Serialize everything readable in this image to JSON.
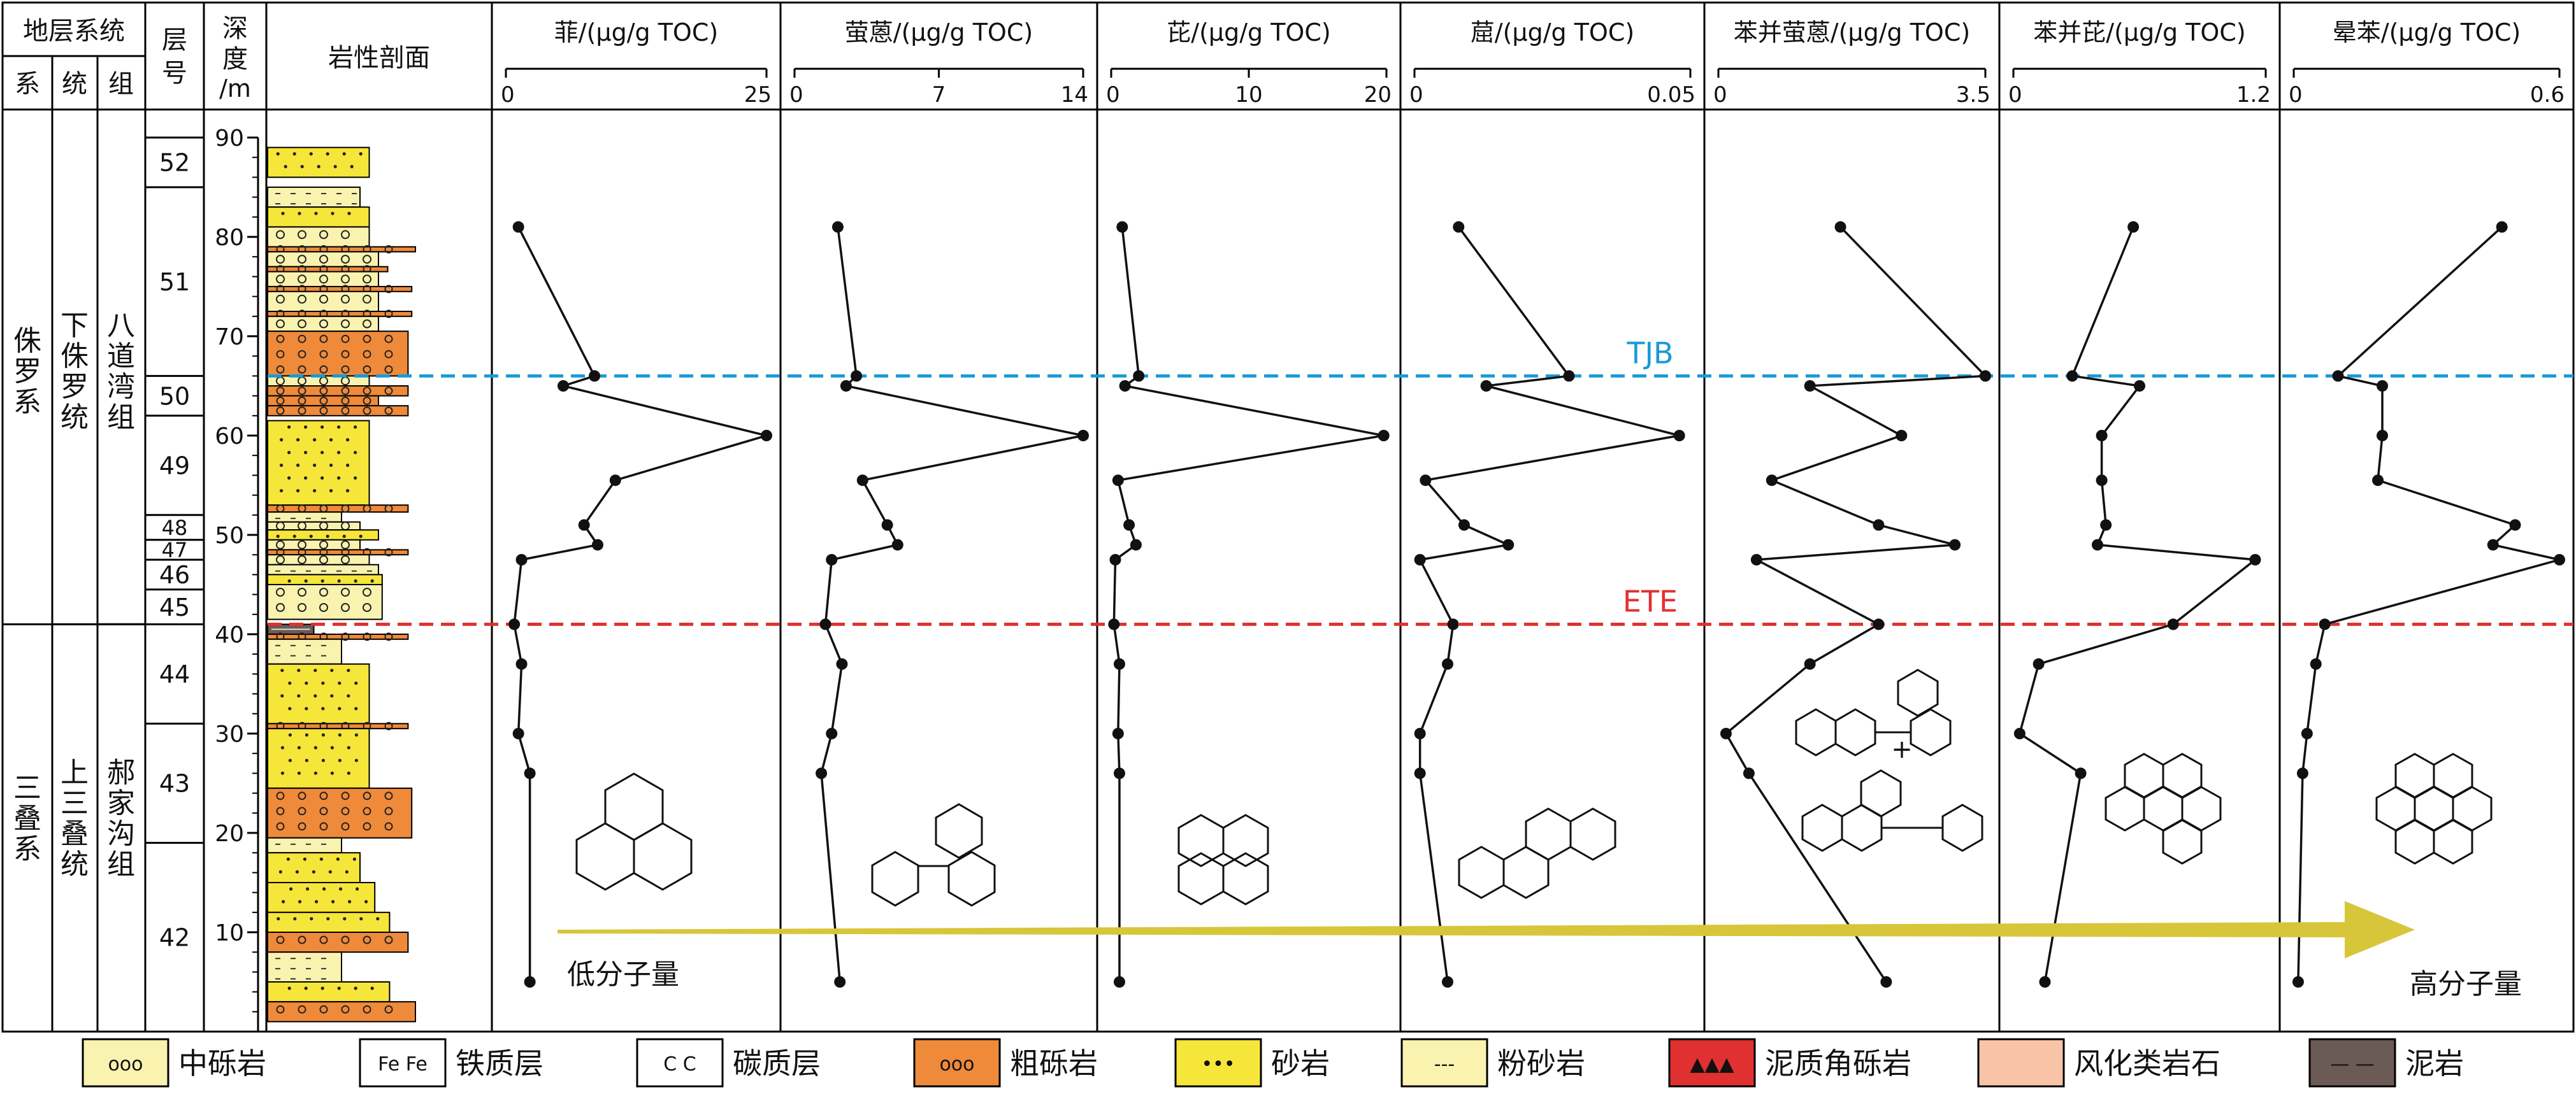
{
  "header": {
    "strat_system": "地层系统",
    "cols": [
      "系",
      "统",
      "组"
    ],
    "layer_no": [
      "层",
      "号"
    ],
    "depth": [
      "深",
      "度",
      "/m"
    ],
    "lithology": "岩性剖面"
  },
  "stratigraphy": {
    "systems": [
      {
        "name": "侏罗系",
        "top": 90,
        "bottom": 41
      },
      {
        "name": "三叠系",
        "top": 41,
        "bottom": 0
      }
    ],
    "series": [
      {
        "name": "下侏罗统",
        "top": 90,
        "bottom": 41
      },
      {
        "name": "上三叠统",
        "top": 41,
        "bottom": 0
      }
    ],
    "formations": [
      {
        "name": "八道湾组",
        "top": 90,
        "bottom": 41
      },
      {
        "name": "郝家沟组",
        "top": 41,
        "bottom": 0
      }
    ],
    "layers": [
      {
        "no": "52",
        "top": 90,
        "bottom": 85
      },
      {
        "no": "51",
        "top": 85,
        "bottom": 66
      },
      {
        "no": "50",
        "top": 66,
        "bottom": 62
      },
      {
        "no": "49",
        "top": 62,
        "bottom": 52
      },
      {
        "no": "48",
        "top": 52,
        "bottom": 49.5
      },
      {
        "no": "47",
        "top": 49.5,
        "bottom": 47.5
      },
      {
        "no": "46",
        "top": 47.5,
        "bottom": 44.5
      },
      {
        "no": "45",
        "top": 44.5,
        "bottom": 41
      },
      {
        "no": "44",
        "top": 41,
        "bottom": 31
      },
      {
        "no": "43",
        "top": 31,
        "bottom": 19
      },
      {
        "no": "42",
        "top": 19,
        "bottom": 0
      }
    ]
  },
  "lith_column": [
    {
      "top": 89,
      "bottom": 86,
      "type": "sandstone",
      "w": 0.55
    },
    {
      "top": 85,
      "bottom": 83,
      "type": "siltstone",
      "w": 0.5
    },
    {
      "top": 83,
      "bottom": 81,
      "type": "sandstone",
      "w": 0.55
    },
    {
      "top": 81,
      "bottom": 79,
      "type": "medium_conglomerate",
      "w": 0.55
    },
    {
      "top": 79,
      "bottom": 78.5,
      "type": "coarse_conglomerate",
      "w": 0.8
    },
    {
      "top": 78.5,
      "bottom": 77,
      "type": "medium_conglomerate",
      "w": 0.6
    },
    {
      "top": 77,
      "bottom": 76.5,
      "type": "coarse_conglomerate",
      "w": 0.65
    },
    {
      "top": 76.5,
      "bottom": 75,
      "type": "medium_conglomerate",
      "w": 0.6
    },
    {
      "top": 75,
      "bottom": 74.5,
      "type": "coarse_conglomerate",
      "w": 0.78
    },
    {
      "top": 74.5,
      "bottom": 72.5,
      "type": "medium_conglomerate",
      "w": 0.6
    },
    {
      "top": 72.5,
      "bottom": 72,
      "type": "coarse_conglomerate",
      "w": 0.78
    },
    {
      "top": 72,
      "bottom": 70.5,
      "type": "medium_conglomerate",
      "w": 0.6
    },
    {
      "top": 70.5,
      "bottom": 66,
      "type": "coarse_conglomerate",
      "w": 0.76
    },
    {
      "top": 66,
      "bottom": 65,
      "type": "medium_conglomerate",
      "w": 0.55
    },
    {
      "top": 65,
      "bottom": 64,
      "type": "coarse_conglomerate",
      "w": 0.76
    },
    {
      "top": 64,
      "bottom": 63,
      "type": "coarse_conglomerate",
      "w": 0.6
    },
    {
      "top": 63,
      "bottom": 62,
      "type": "coarse_conglomerate",
      "w": 0.76
    },
    {
      "top": 61.5,
      "bottom": 53,
      "type": "sandstone",
      "w": 0.55
    },
    {
      "top": 53,
      "bottom": 52.3,
      "type": "coarse_conglomerate",
      "w": 0.76
    },
    {
      "top": 52.3,
      "bottom": 51.3,
      "type": "siltstone",
      "w": 0.4
    },
    {
      "top": 51.3,
      "bottom": 50.5,
      "type": "medium_conglomerate",
      "w": 0.5
    },
    {
      "top": 50.5,
      "bottom": 49.5,
      "type": "sandstone",
      "w": 0.6
    },
    {
      "top": 49.5,
      "bottom": 48.5,
      "type": "medium_conglomerate",
      "w": 0.5
    },
    {
      "top": 48.5,
      "bottom": 48,
      "type": "coarse_conglomerate",
      "w": 0.76
    },
    {
      "top": 48,
      "bottom": 47,
      "type": "medium_conglomerate",
      "w": 0.55
    },
    {
      "top": 47,
      "bottom": 46,
      "type": "siltstone",
      "w": 0.6
    },
    {
      "top": 46,
      "bottom": 45,
      "type": "sandstone",
      "w": 0.62
    },
    {
      "top": 45,
      "bottom": 41.5,
      "type": "medium_conglomerate",
      "w": 0.62
    },
    {
      "top": 41,
      "bottom": 40,
      "type": "mudstone",
      "w": 0.25
    },
    {
      "top": 40,
      "bottom": 39.5,
      "type": "coarse_conglomerate",
      "w": 0.76
    },
    {
      "top": 39.5,
      "bottom": 37,
      "type": "siltstone",
      "w": 0.4
    },
    {
      "top": 37,
      "bottom": 31,
      "type": "sandstone",
      "w": 0.55
    },
    {
      "top": 31,
      "bottom": 30.5,
      "type": "coarse_conglomerate",
      "w": 0.76
    },
    {
      "top": 30.5,
      "bottom": 24.5,
      "type": "sandstone",
      "w": 0.55
    },
    {
      "top": 24.5,
      "bottom": 19.5,
      "type": "coarse_conglomerate",
      "w": 0.78
    },
    {
      "top": 19.5,
      "bottom": 18,
      "type": "siltstone",
      "w": 0.4
    },
    {
      "top": 18,
      "bottom": 15,
      "type": "sandstone",
      "w": 0.5
    },
    {
      "top": 15,
      "bottom": 12,
      "type": "sandstone",
      "w": 0.58
    },
    {
      "top": 12,
      "bottom": 10,
      "type": "sandstone",
      "w": 0.66
    },
    {
      "top": 10,
      "bottom": 8,
      "type": "coarse_conglomerate",
      "w": 0.76
    },
    {
      "top": 8,
      "bottom": 5,
      "type": "siltstone",
      "w": 0.4
    },
    {
      "top": 5,
      "bottom": 3,
      "type": "sandstone",
      "w": 0.66
    },
    {
      "top": 3,
      "bottom": 1,
      "type": "coarse_conglomerate",
      "w": 0.8
    }
  ],
  "boundaries": [
    {
      "label": "TJB",
      "depth": 66,
      "color": "#1a9ad6"
    },
    {
      "label": "ETE",
      "depth": 41,
      "color": "#e03030"
    }
  ],
  "arrow": {
    "left_label": "低分子量",
    "right_label": "高分子量",
    "color": "#d8c63a"
  },
  "colors": {
    "sandstone": "#f7e63a",
    "siltstone": "#faf3b0",
    "medium_conglomerate": "#faf3b0",
    "coarse_conglomerate": "#ef8a3a",
    "mudstone": "#6b5a55",
    "muddy_breccia": "#e03030",
    "weathered": "#f9c3a8",
    "iron_layer": "#ffffff",
    "carbon_layer": "#ffffff"
  },
  "legend": [
    {
      "type": "medium_conglomerate",
      "label": "中砾岩",
      "sym": "ooo"
    },
    {
      "type": "iron_layer",
      "label": "铁质层",
      "sym": "Fe Fe"
    },
    {
      "type": "carbon_layer",
      "label": "碳质层",
      "sym": "C  C"
    },
    {
      "type": "coarse_conglomerate",
      "label": "粗砾岩",
      "sym": "ooo"
    },
    {
      "type": "sandstone",
      "label": "砂岩",
      "sym": "•••"
    },
    {
      "type": "siltstone",
      "label": "粉砂岩",
      "sym": "---"
    },
    {
      "type": "muddy_breccia",
      "label": "泥质角砾岩",
      "sym": "▲▲▲"
    },
    {
      "type": "weathered",
      "label": "风化类岩石",
      "sym": ""
    },
    {
      "type": "mudstone",
      "label": "泥岩",
      "sym": "— —"
    }
  ],
  "chart_data": {
    "type": "line",
    "y_axis": {
      "label": "深度/m",
      "ylim": [
        0,
        90
      ],
      "ticks": [
        10,
        20,
        30,
        40,
        50,
        60,
        70,
        80,
        90
      ]
    },
    "depths": [
      81,
      66,
      65,
      60,
      55.5,
      51,
      49,
      47.5,
      41,
      37,
      30,
      26,
      5
    ],
    "panels": [
      {
        "name": "菲/(μg/g TOC)",
        "ticks": [
          "0",
          "25"
        ],
        "xlim": [
          0,
          25
        ],
        "values": [
          1.2,
          8.5,
          5.5,
          25,
          10.5,
          7.5,
          8.8,
          1.5,
          0.8,
          1.5,
          1.2,
          2.3,
          2.3
        ]
      },
      {
        "name": "萤蒽/(μg/g TOC)",
        "ticks": [
          "0",
          "7",
          "14"
        ],
        "xlim": [
          0,
          14
        ],
        "values": [
          2.1,
          3,
          2.5,
          14,
          3.3,
          4.5,
          5,
          1.8,
          1.5,
          2.3,
          1.8,
          1.3,
          2.2
        ]
      },
      {
        "name": "芘/(μg/g TOC)",
        "ticks": [
          "0",
          "10",
          "20"
        ],
        "xlim": [
          0,
          20
        ],
        "values": [
          0.8,
          2,
          1,
          19.8,
          0.5,
          1.3,
          1.8,
          0.3,
          0.2,
          0.6,
          0.5,
          0.6,
          0.6
        ]
      },
      {
        "name": "䓛/(μg/g TOC)",
        "ticks": [
          "0",
          "0.05"
        ],
        "xlim": [
          0,
          0.05
        ],
        "values": [
          0.008,
          0.028,
          0.013,
          0.048,
          0.002,
          0.009,
          0.017,
          0.001,
          0.007,
          0.006,
          0.001,
          0.001,
          0.006
        ]
      },
      {
        "name": "苯并萤蒽/(μg/g TOC)",
        "ticks": [
          "0",
          "3.5"
        ],
        "xlim": [
          0,
          3.5
        ],
        "values": [
          1.6,
          3.5,
          1.2,
          2.4,
          0.7,
          2.1,
          3.1,
          0.5,
          2.1,
          1.2,
          0.1,
          0.4,
          2.2
        ]
      },
      {
        "name": "苯并芘/(μg/g TOC)",
        "ticks": [
          "0",
          "1.2"
        ],
        "xlim": [
          0,
          1.2
        ],
        "values": [
          0.57,
          0.28,
          0.6,
          0.42,
          0.42,
          0.44,
          0.4,
          1.15,
          0.76,
          0.12,
          0.03,
          0.32,
          0.15
        ]
      },
      {
        "name": "晕苯/(μg/g TOC)",
        "ticks": [
          "0",
          "0.6"
        ],
        "xlim": [
          0,
          0.6
        ],
        "values": [
          0.47,
          0.1,
          0.2,
          0.2,
          0.19,
          0.5,
          0.45,
          0.6,
          0.07,
          0.05,
          0.03,
          0.02,
          0.01
        ]
      }
    ]
  }
}
